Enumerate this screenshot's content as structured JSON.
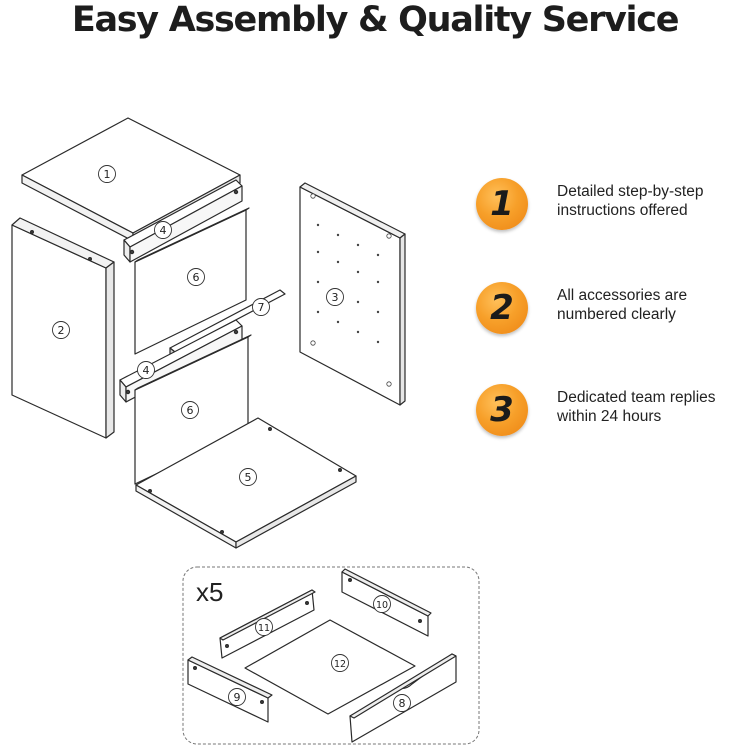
{
  "header": {
    "title": "Easy Assembly & Quality Service"
  },
  "features": [
    {
      "number": "1",
      "line1": "Detailed step-by-step",
      "line2": "instructions offered"
    },
    {
      "number": "2",
      "line1": "All accessories are",
      "line2": "numbered clearly"
    },
    {
      "number": "3",
      "line1": "Dedicated team replies",
      "line2": "within 24 hours"
    }
  ],
  "diagram": {
    "part_numbers": [
      "1",
      "2",
      "3",
      "4",
      "4",
      "5",
      "6",
      "6",
      "7"
    ],
    "drawer_kit": {
      "quantity": "x5",
      "part_numbers": [
        "8",
        "9",
        "10",
        "11",
        "12"
      ]
    }
  },
  "colors": {
    "badge": "#f7a02a",
    "line": "#2a2a2a",
    "title": "#1d1d1d"
  }
}
